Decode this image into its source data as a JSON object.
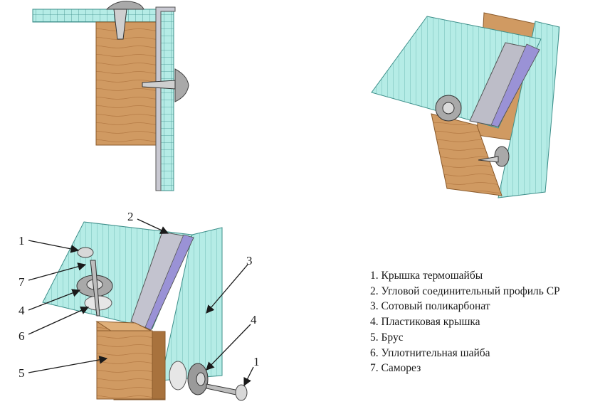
{
  "legend": [
    "1. Крышка термошайбы",
    "2. Угловой соединительный профиль СР",
    "3. Сотовый поликарбонат",
    "4. Пластиковая крышка",
    "5. Брус",
    "6. Уплотнительная шайба",
    "7. Саморез"
  ],
  "callouts": {
    "c1a": "1",
    "c7": "7",
    "c4a": "4",
    "c6": "6",
    "c5": "5",
    "c2": "2",
    "c3": "3",
    "c4b": "4",
    "c1b": "1"
  },
  "colors": {
    "polycarbonate": "#b5ece6",
    "polycarbonate_edge": "#3d8f8a",
    "wood": "#d09a62",
    "wood_dark": "#a8723d",
    "profile": "#b9b9c6",
    "profile_accent": "#9a92d6",
    "metal": "#a9a9a9"
  }
}
